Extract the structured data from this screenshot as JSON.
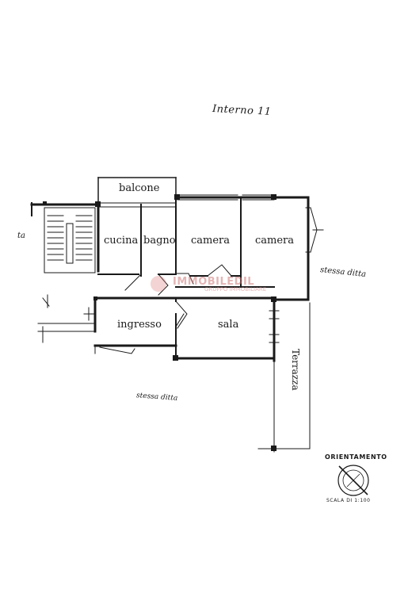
{
  "title": "Interno 11",
  "rooms": {
    "balcone": "balcone",
    "cucina": "cucina",
    "bagno": "bagno",
    "camera1": "camera",
    "camera2": "camera",
    "ingresso": "ingresso",
    "sala": "sala",
    "terrazza": "Terrazza"
  },
  "notes": {
    "right": "stessa ditta",
    "bottom": "stessa ditta",
    "left": "ta"
  },
  "watermark": {
    "brand": "IMMOBILEDIL",
    "sub": "GRUPPO IMMOBILIARE"
  },
  "legend": {
    "orientation": "ORIENTAMENTO",
    "scale": "SCALA DI 1:100"
  },
  "colors": {
    "ink": "#1a1a1a",
    "watermark": "#d08080"
  }
}
